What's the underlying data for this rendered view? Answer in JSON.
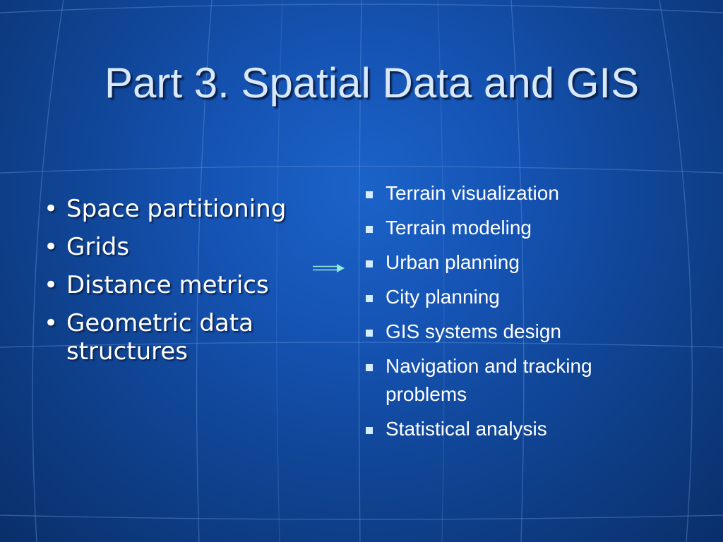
{
  "slide": {
    "title": "Part 3. Spatial Data and GIS",
    "left_bullets": [
      {
        "bullet": "•",
        "text": "Space partitioning"
      },
      {
        "bullet": "•",
        "text": "Grids"
      },
      {
        "bullet": "•",
        "text": "Distance metrics"
      },
      {
        "bullet": "•",
        "text": "Geometric data structures"
      }
    ],
    "right_bullets": [
      "Terrain visualization",
      "Terrain modeling",
      "Urban planning",
      "City planning",
      "GIS systems design",
      "Navigation and tracking problems",
      "Statistical analysis"
    ],
    "arrow_icon": "right-arrow-icon"
  },
  "colors": {
    "background": "#1553b3",
    "title": "#d9e8fa",
    "text": "#ffffff",
    "square_bullet": "#d6ecff",
    "arrow": "#8fe8d8"
  }
}
